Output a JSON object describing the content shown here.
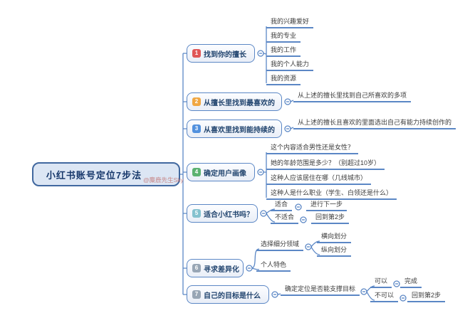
{
  "title": "小红书账号定位7步法",
  "watermark": "@麋鹿先生Sky",
  "colors": {
    "line": "#5b87c5",
    "central_fill": "#dce6f4",
    "central_border": "#41689f",
    "badge_colors": [
      "#e05757",
      "#f0a742",
      "#5291de",
      "#5cb270",
      "#85c2cf",
      "#98a6b5",
      "#98a6b5"
    ]
  },
  "branches": [
    {
      "number": "1",
      "label": "找到你的擅长",
      "children": [
        {
          "label": "我的兴趣爱好"
        },
        {
          "label": "我的专业"
        },
        {
          "label": "我的工作"
        },
        {
          "label": "我的个人能力"
        },
        {
          "label": "我的资源"
        }
      ]
    },
    {
      "number": "2",
      "label": "从擅长里找到最喜欢的",
      "children": [
        {
          "label": "从上述的擅长里找到自己所喜欢的多项"
        }
      ]
    },
    {
      "number": "3",
      "label": "从喜欢里找到能持续的",
      "children": [
        {
          "label": "从上述的擅长且喜欢的里面选出自己有能力持续创作的"
        }
      ]
    },
    {
      "number": "4",
      "label": "确定用户画像",
      "children": [
        {
          "label": "这个内容适合男性还是女性？"
        },
        {
          "label": "她的年龄范围是多少？（别超过10岁）"
        },
        {
          "label": "这种人应该居住在哪（几线城市）"
        },
        {
          "label": "这种人是什么职业（学生、白领还是什么）"
        }
      ]
    },
    {
      "number": "5",
      "label": "适合小红书吗？",
      "children": [
        {
          "label": "适合",
          "result": "进行下一步"
        },
        {
          "label": "不适合",
          "result": "回到第2步"
        }
      ]
    },
    {
      "number": "6",
      "label": "寻求差异化",
      "children": [
        {
          "label": "选择细分领域",
          "children": [
            {
              "label": "横向划分"
            },
            {
              "label": "纵向划分"
            }
          ]
        },
        {
          "label": "个人特色"
        }
      ]
    },
    {
      "number": "7",
      "label": "自己的目标是什么",
      "children": [
        {
          "label": "确定定位是否能支撑目标",
          "children": [
            {
              "label": "可以",
              "result": "完成"
            },
            {
              "label": "不可以",
              "result": "回到第2步"
            }
          ]
        }
      ]
    }
  ]
}
